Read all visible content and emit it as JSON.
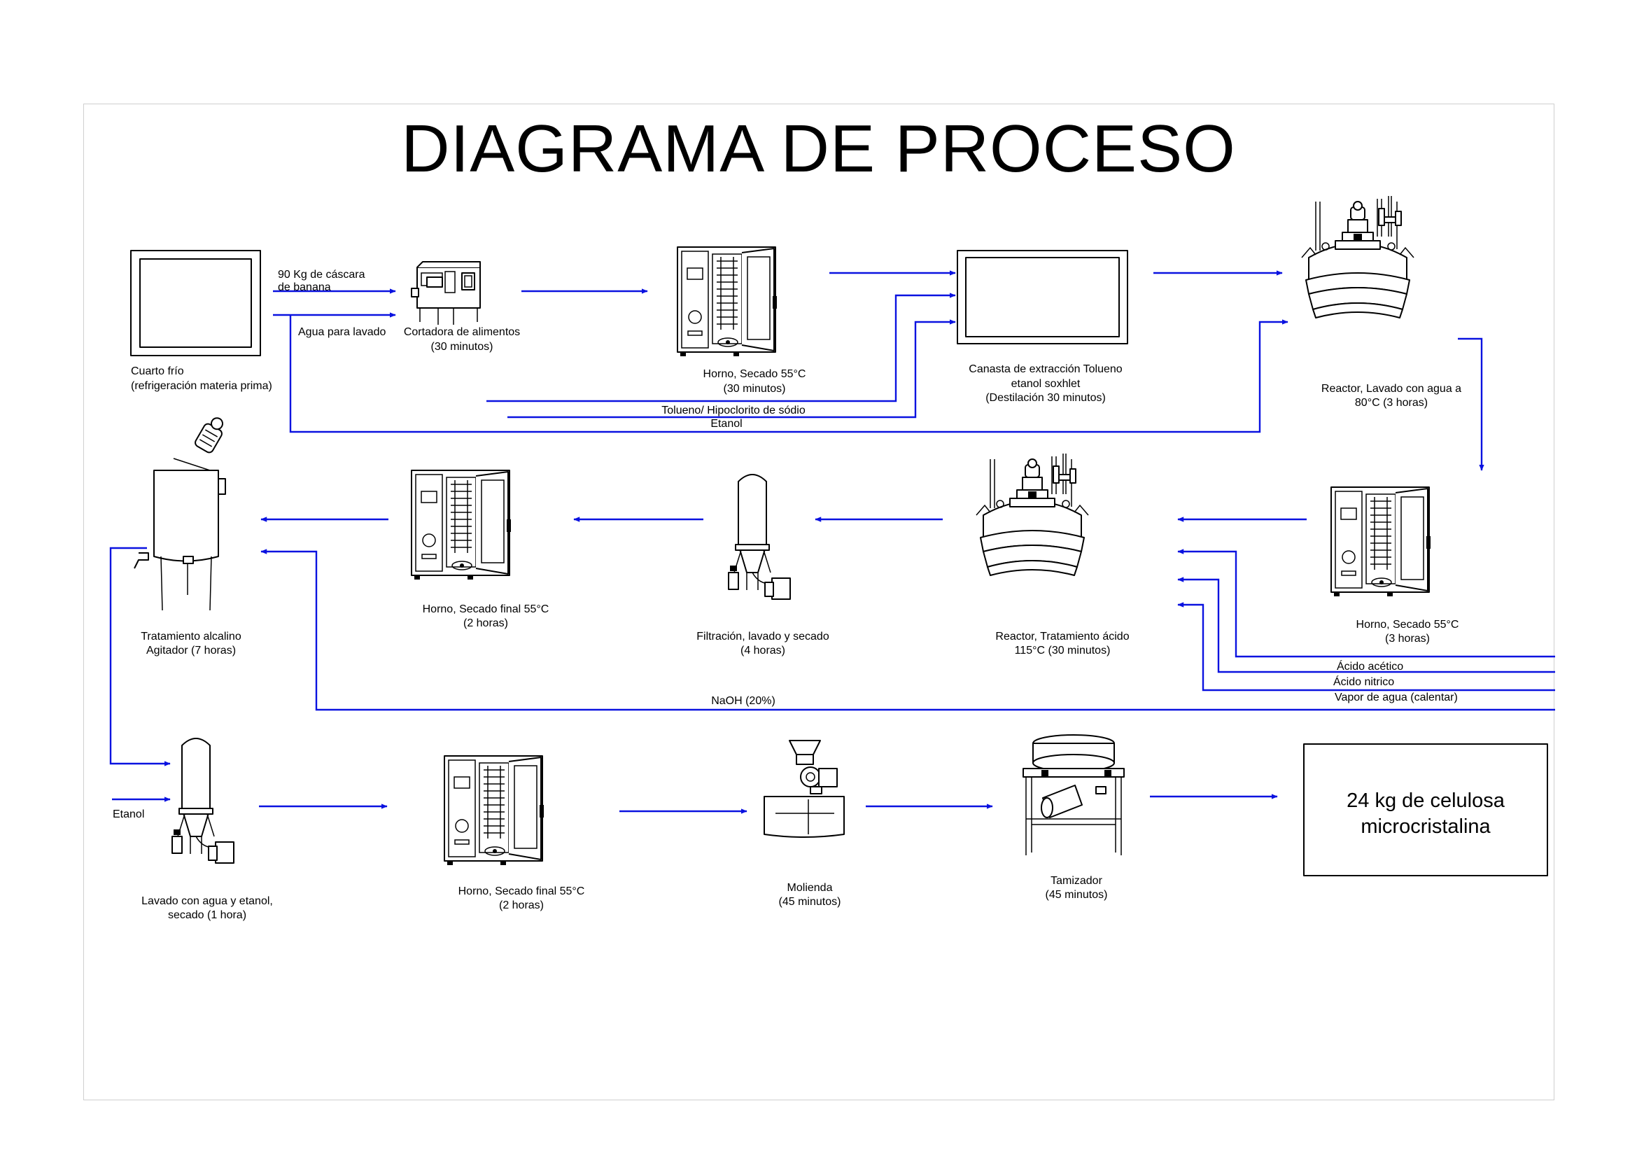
{
  "title": "DIAGRAMA DE PROCESO",
  "colors": {
    "flow_arrow": "#0a12e0",
    "equipment_stroke": "#000000",
    "frame": "#cfcfcf"
  },
  "equipment": {
    "cold_room": [
      "Cuarto frío",
      "(refrigeración materia prima)"
    ],
    "cutter": [
      "Cortadora de alimentos",
      "(30 minutos)"
    ],
    "oven1": [
      "Horno, Secado 55°C",
      "(30 minutos)"
    ],
    "soxhlet": [
      "Canasta de extracción Tolueno",
      "etanol soxhlet",
      "(Destilación 30 minutos)"
    ],
    "reactor1": [
      "Reactor, Lavado con agua a",
      "80°C (3 horas)"
    ],
    "oven2": [
      "Horno, Secado 55°C",
      "(3 horas)"
    ],
    "reactor2": [
      "Reactor, Tratamiento ácido",
      "115°C (30 minutos)"
    ],
    "filter1": [
      "Filtración, lavado y secado",
      "(4 horas)"
    ],
    "oven3": [
      "Horno, Secado final  55°C",
      "(2 horas)"
    ],
    "agitator": [
      "Tratamiento alcalino",
      "Agitador (7 horas)"
    ],
    "filter2": [
      "Lavado con agua y etanol,",
      "secado (1 hora)"
    ],
    "oven4": [
      "Horno, Secado final  55°C",
      "(2 horas)"
    ],
    "mill": [
      "Molienda",
      "(45 minutos)"
    ],
    "sieve": [
      "Tamizador",
      "(45 minutos)"
    ]
  },
  "streams": {
    "banana_input": [
      "90 Kg de cáscara",
      "de banana"
    ],
    "wash_water": "Agua para lavado",
    "toluene": "Tolueno/ Hipoclorito de sódio",
    "ethanol_top": "Etanol",
    "acetic": "Ácido acético",
    "nitric": "Ácido nitrico",
    "steam": "Vapor de agua (calentar)",
    "naoh": "NaOH (20%)",
    "ethanol_bottom": "Etanol"
  },
  "product": [
    "24 kg de celulosa",
    "microcristalina"
  ],
  "icons": {
    "cold_room": "cold-room-icon",
    "cutter": "food-cutter-icon",
    "oven": "combi-oven-icon",
    "soxhlet": "soxhlet-basket-icon",
    "reactor": "jacketed-reactor-icon",
    "filter": "filter-dryer-icon",
    "agitator": "agitator-tank-icon",
    "mill": "grinder-mill-icon",
    "sieve": "sieve-shaker-icon"
  }
}
